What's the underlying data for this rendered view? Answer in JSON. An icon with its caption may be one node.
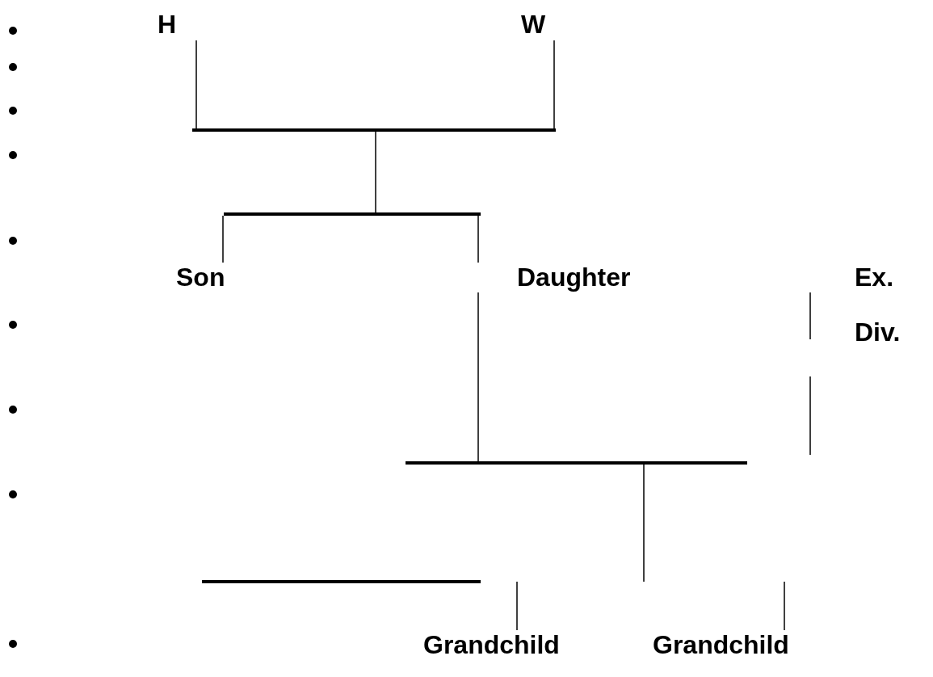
{
  "diagram": {
    "nodes": [
      {
        "text": [
          "H"
        ]
      },
      {
        "text": [
          "W"
        ]
      },
      {
        "text": [],
        "shape": "bar"
      },
      {
        "text": [],
        "shape": "bar"
      },
      {
        "text": [
          "Son"
        ]
      },
      {
        "text": [
          "Daughter"
        ]
      },
      {
        "text": [
          "Ex."
        ]
      },
      {
        "text": [],
        "shape": "bar"
      },
      {
        "text": [],
        "shape": "bar"
      },
      {
        "text": [
          "Grandchild"
        ]
      },
      {
        "text": [
          "Grandchild"
        ]
      }
    ],
    "edges": [
      {
        "from": 0,
        "to": 2,
        "arrow": "none"
      },
      {
        "from": 1,
        "to": 2,
        "arrow": "none"
      },
      {
        "from": 2,
        "to": 3,
        "arrow": "none"
      },
      {
        "from": 3,
        "to": 4,
        "arrow": "none"
      },
      {
        "from": 3,
        "to": 5,
        "arrow": "none"
      },
      {
        "from": 5,
        "to": 7,
        "arrow": "none"
      },
      {
        "from": 6,
        "to": null,
        "arrow": "none"
      },
      {
        "from": 7,
        "to": null,
        "arrow": "none"
      },
      {
        "from": null,
        "to": 9,
        "arrow": "none"
      },
      {
        "from": null,
        "to": 10,
        "arrow": "none"
      }
    ],
    "labels": [
      "Div."
    ]
  }
}
